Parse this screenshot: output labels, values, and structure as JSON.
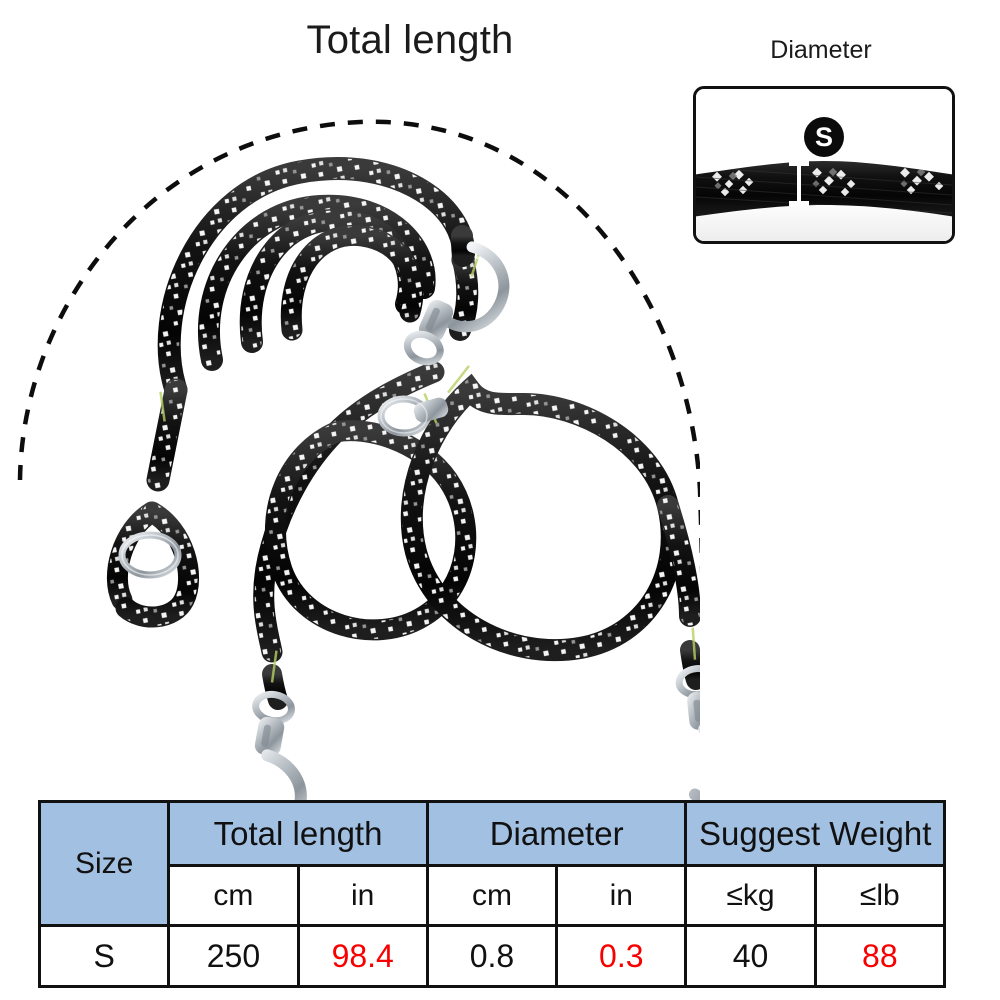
{
  "labels": {
    "total_length": "Total length",
    "diameter": "Diameter"
  },
  "inset": {
    "size_badge": "S",
    "caliper_icon": "diameter-caliper-icon",
    "photo_alt": "rope-closeup-photo"
  },
  "annotation": {
    "arc_icon": "dashed-measure-arc"
  },
  "product": {
    "rope_color": "#111111",
    "rope_reflective_color": "#f2f2f2",
    "sleeve_color": "#8eae2c",
    "hardware_color": "#c8cdd2"
  },
  "colors": {
    "header_blue": "#a2c0e2",
    "border_black": "#111111",
    "red_value": "#f90000"
  },
  "table": {
    "size_label": "Size",
    "group_headers": [
      "Total length",
      "Diameter",
      "Suggest Weight"
    ],
    "unit_headers": [
      "cm",
      "in",
      "cm",
      "in",
      "≤kg",
      "≤lb"
    ],
    "rows": [
      {
        "size": "S",
        "length_cm": "250",
        "length_in": "98.4",
        "diameter_cm": "0.8",
        "diameter_in": "0.3",
        "weight_kg": "40",
        "weight_lb": "88"
      }
    ]
  }
}
